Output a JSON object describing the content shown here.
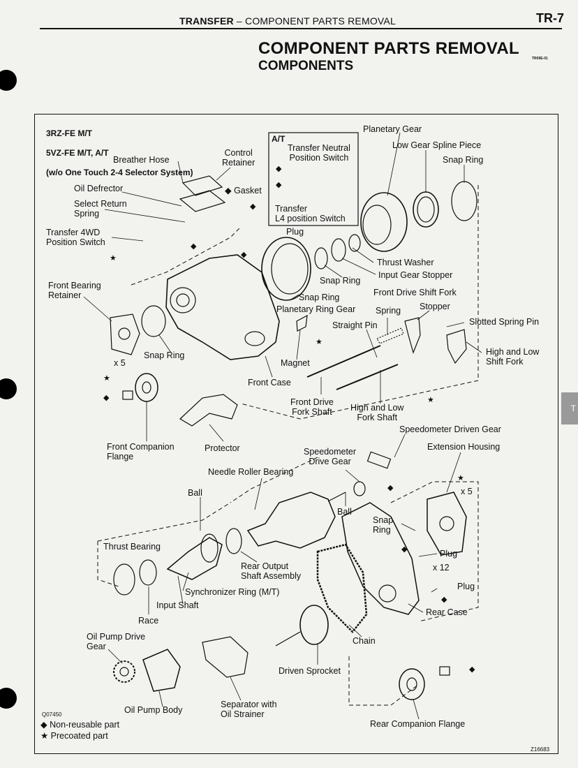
{
  "header": {
    "section": "TRANSFER",
    "dash": "–",
    "subsection": "COMPONENT PARTS REMOVAL",
    "page": "TR-7"
  },
  "title": {
    "main": "COMPONENT PARTS REMOVAL",
    "sub": "COMPONENTS",
    "code": "TR09E-01"
  },
  "side_tab": "T",
  "applicability": {
    "line1": "3RZ-FE M/T",
    "line2": "5VZ-FE M/T, A/T",
    "line3": "(w/o One Touch 2-4 Selector System)"
  },
  "at_box": {
    "title": "A/T",
    "neutral_switch": "Transfer Neutral\nPosition Switch",
    "l4_switch": "Transfer\nL4 position Switch"
  },
  "labels": {
    "breather_hose": "Breather Hose",
    "control_retainer": "Control\nRetainer",
    "gasket": "◆ Gasket",
    "oil_defrector": "Oil Defrector",
    "select_return_spring": "Select Return\nSpring",
    "transfer_4wd_switch": "Transfer 4WD\nPosition Switch",
    "plug_top": "Plug",
    "planetary_gear": "Planetary Gear",
    "low_gear_spline": "Low Gear Spline Piece",
    "snap_ring_top": "Snap Ring",
    "thrust_washer": "Thrust Washer",
    "input_gear_stopper": "Input Gear Stopper",
    "snap_ring_mid": "Snap Ring",
    "snap_ring_pg": "Snap Ring",
    "planetary_ring_gear": "Planetary Ring Gear",
    "front_bearing_retainer": "Front Bearing\nRetainer",
    "front_drive_shift_fork": "Front Drive Shift Fork",
    "spring": "Spring",
    "stopper": "Stopper",
    "slotted_spring_pin": "Slotted Spring Pin",
    "straight_pin": "Straight Pin",
    "high_low_shift_fork": "High and Low\nShift Fork",
    "x5_left": "x 5",
    "snap_ring_left": "Snap Ring",
    "magnet": "Magnet",
    "front_case": "Front Case",
    "front_drive_fork_shaft": "Front Drive\nFork Shaft",
    "high_low_fork_shaft": "High and Low\nFork Shaft",
    "speedometer_driven_gear": "Speedometer Driven Gear",
    "extension_housing": "Extension Housing",
    "speedometer_drive_gear": "Speedometer\nDrive Gear",
    "front_companion_flange": "Front Companion\nFlange",
    "protector": "Protector",
    "needle_roller_bearing": "Needle Roller Bearing",
    "ball_top": "Ball",
    "ball_right": "Ball",
    "x5_right": "x 5",
    "snap_ring_right": "Snap\nRing",
    "thrust_bearing": "Thrust Bearing",
    "rear_output_shaft": "Rear Output\nShaft Assembly",
    "plug_right1": "Plug",
    "x12": "x 12",
    "plug_right2": "Plug",
    "synchronizer_ring": "Synchronizer Ring (M/T)",
    "input_shaft": "Input Shaft",
    "rear_case": "Rear Case",
    "race": "Race",
    "oil_pump_drive_gear": "Oil Pump Drive\nGear",
    "chain": "Chain",
    "driven_sprocket": "Driven Sprocket",
    "oil_pump_body": "Oil Pump Body",
    "separator": "Separator with\nOil Strainer",
    "rear_companion_flange": "Rear Companion Flange"
  },
  "legend": {
    "non_reusable": "◆ Non-reusable part",
    "precoated": "★ Precoated part"
  },
  "figure_codes": {
    "left": "Q07450",
    "right": "Z16683"
  }
}
